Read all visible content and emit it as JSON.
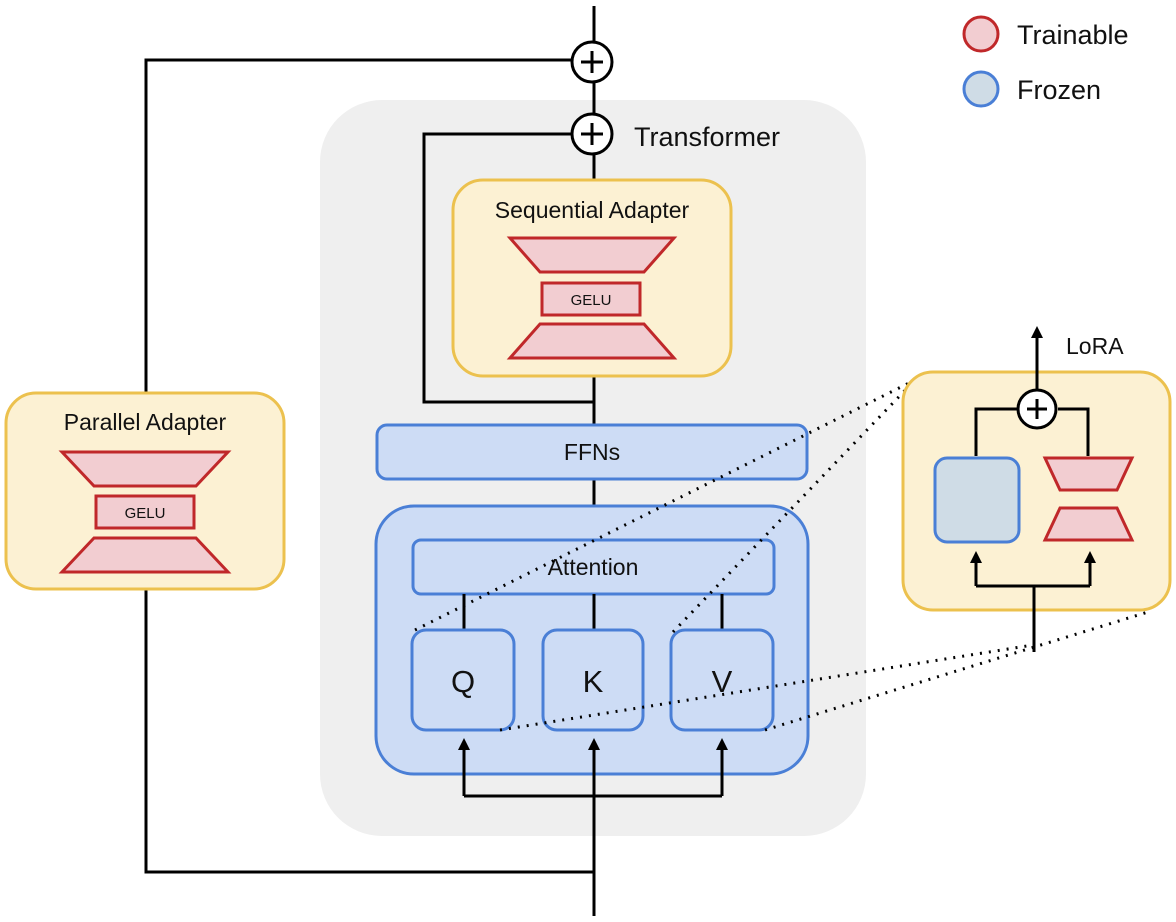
{
  "legend": {
    "trainable": "Trainable",
    "frozen": "Frozen"
  },
  "labels": {
    "transformer": "Transformer",
    "sequential_adapter": "Sequential Adapter",
    "parallel_adapter": "Parallel Adapter",
    "ffns": "FFNs",
    "attention": "Attention",
    "q": "Q",
    "k": "K",
    "v": "V",
    "gelu_sequential": "GELU",
    "gelu_parallel": "GELU",
    "lora": "LoRA",
    "plus": "+"
  },
  "colors": {
    "trainable_fill": "#f2cdd1",
    "trainable_stroke": "#c0282a",
    "frozen_fill": "#cfdce6",
    "frozen_stroke": "#4a7fd6",
    "block_fill": "#cddcf5",
    "adapter_fill": "#fcf1d3",
    "adapter_stroke": "#ecc14e",
    "transformer_fill": "#efefef",
    "line": "#000000"
  }
}
